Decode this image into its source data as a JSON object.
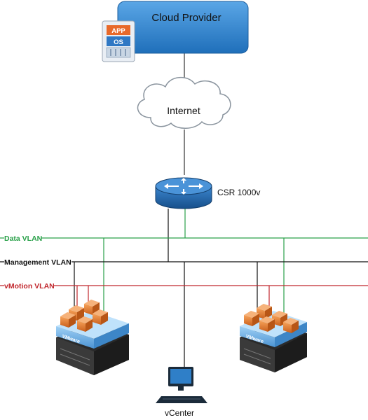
{
  "cloud_provider": {
    "label": "Cloud Provider",
    "stack_top": "APP",
    "stack_bottom": "OS"
  },
  "internet": {
    "label": "Internet"
  },
  "router": {
    "label": "CSR 1000v"
  },
  "vlans": [
    {
      "name": "Data VLAN",
      "color": "#2aa14a"
    },
    {
      "name": "Management VLAN",
      "color": "#111111"
    },
    {
      "name": "vMotion VLAN",
      "color": "#c1272d"
    }
  ],
  "hosts": [
    {
      "brand": "VMware"
    },
    {
      "brand": "VMware"
    }
  ],
  "vcenter": {
    "label": "vCenter"
  },
  "colors": {
    "cloud_box": "#2f86d0",
    "router": "#1f63a8",
    "vm_orange": "#e07a2a",
    "host_blue": "#7fb7e6"
  },
  "icons": [
    "app-os-stack-icon",
    "cloud-icon",
    "router-icon",
    "vmware-host-icon",
    "computer-icon"
  ]
}
